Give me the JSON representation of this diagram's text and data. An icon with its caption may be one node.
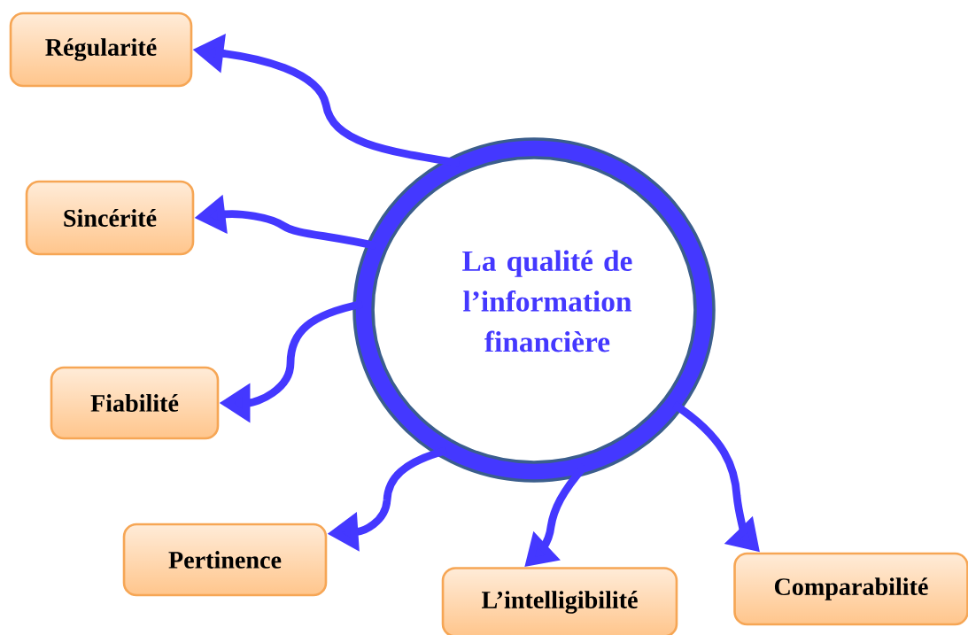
{
  "diagram": {
    "nodes": [
      {
        "text": [
          "La qualité de l’information financière"
        ]
      },
      {
        "text": [
          "Régularité"
        ]
      },
      {
        "text": [
          "Sincérité"
        ]
      },
      {
        "text": [
          "Fiabilité"
        ]
      },
      {
        "text": [
          "Pertinence"
        ]
      },
      {
        "text": [
          "L’intelligibilité"
        ]
      },
      {
        "text": [
          "Comparabilité"
        ]
      }
    ],
    "edges": [
      {
        "from": 0,
        "to": 1,
        "arrow": "to"
      },
      {
        "from": 0,
        "to": 2,
        "arrow": "to"
      },
      {
        "from": 0,
        "to": 3,
        "arrow": "to"
      },
      {
        "from": 0,
        "to": 4,
        "arrow": "to"
      },
      {
        "from": 0,
        "to": 5,
        "arrow": "to"
      },
      {
        "from": 0,
        "to": 6,
        "arrow": "to"
      }
    ]
  }
}
